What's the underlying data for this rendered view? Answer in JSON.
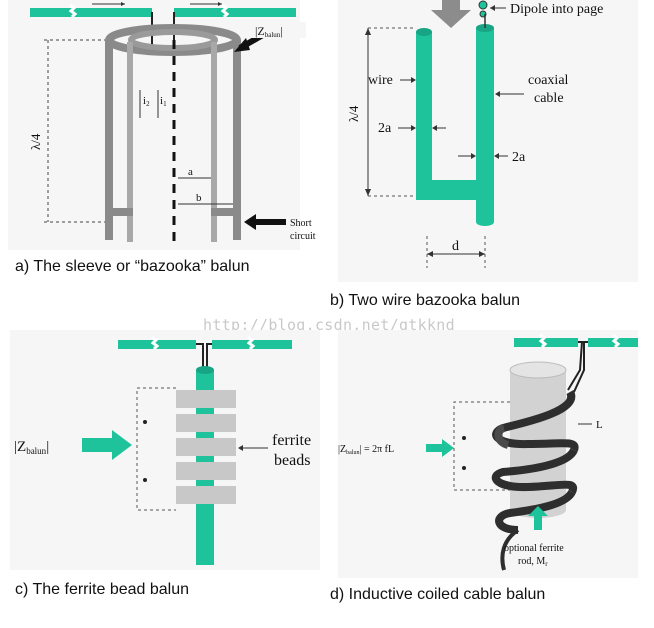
{
  "watermark": "http://blog.csdn.net/gtkknd",
  "colors": {
    "conductor": "#1fc39b",
    "sleeve": "#8a8a8a",
    "arrow": "#3a3a3a",
    "bead": "#c8c8c8",
    "panel_bg": "#f6f6f6"
  },
  "panel_a": {
    "caption": "a) The sleeve or “bazooka” balun",
    "z_label_main": "Z",
    "z_label_sub": "balun",
    "lambda_label": "λ/4",
    "i1_label": "i",
    "i1_sub": "1",
    "i2_label": "i",
    "i2_sub": "2",
    "a_label": "a",
    "b_label": "b",
    "short_circuit_line1": "Short",
    "short_circuit_line2": "circuit"
  },
  "panel_b": {
    "caption": "b) Two wire bazooka balun",
    "dipole_label": "Dipole into page",
    "wire_label": "wire",
    "coaxial_line1": "coaxial",
    "coaxial_line2": "cable",
    "lambda_label": "λ/4",
    "two_a_left": "2a",
    "two_a_right": "2a",
    "d_label": "d"
  },
  "panel_c": {
    "caption": "c) The ferrite bead balun",
    "z_label_main": "Z",
    "z_label_sub": "balun",
    "ferrite_line1": "ferrite",
    "ferrite_line2": "beads"
  },
  "panel_d": {
    "caption": "d) Inductive coiled cable balun",
    "z_label_main": "Z",
    "z_label_sub": "balun",
    "z_formula": "= 2π fL",
    "l_label": "L",
    "rod_line1": "optional ferrite",
    "rod_line2": "rod, M",
    "rod_sub": "r"
  }
}
